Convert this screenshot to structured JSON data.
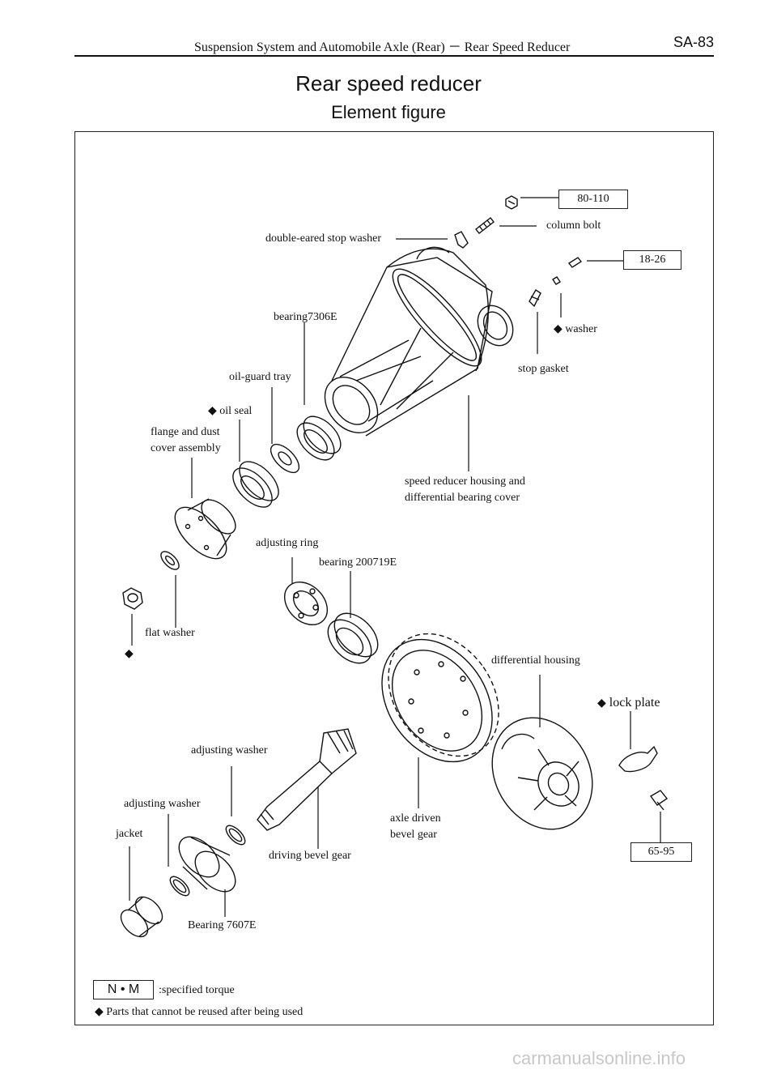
{
  "header": {
    "title": "Suspension System and Automobile Axle (Rear) － Rear Speed Reducer",
    "page_number": "SA-83"
  },
  "title": "Rear speed reducer",
  "subtitle": "Element figure",
  "torque_values": {
    "t1": "80-110",
    "t2": "18-26",
    "t3": "65-95"
  },
  "labels": {
    "column_bolt": "column bolt",
    "double_eared": "double-eared stop washer",
    "bearing7306e": "bearing7306E",
    "washer": "washer",
    "stop_gasket": "stop gasket",
    "oil_guard": "oil-guard tray",
    "oil_seal": "oil seal",
    "flange_l1": "flange and dust",
    "flange_l2": "cover assembly",
    "housing_l1": "speed reducer housing and",
    "housing_l2": "differential bearing cover",
    "adjusting_ring": "adjusting ring",
    "bearing200719e": "bearing 200719E",
    "flat_washer": "flat washer",
    "differential_housing": "differential housing",
    "lock_plate": "lock plate",
    "adjusting_washer_1": "adjusting washer",
    "adjusting_washer_2": "adjusting washer",
    "jacket": "jacket",
    "axle_driven_l1": "axle driven",
    "axle_driven_l2": "bevel gear",
    "driving_bevel": "driving bevel gear",
    "bearing7607e": "Bearing 7607E"
  },
  "symbols": {
    "diamond": "◆"
  },
  "legend": {
    "nm_label": "N • M",
    "torque_text": ":specified  torque",
    "nonreusable_text": "Parts that cannot be reused after being used"
  },
  "watermark": "carmanualsonline.info"
}
